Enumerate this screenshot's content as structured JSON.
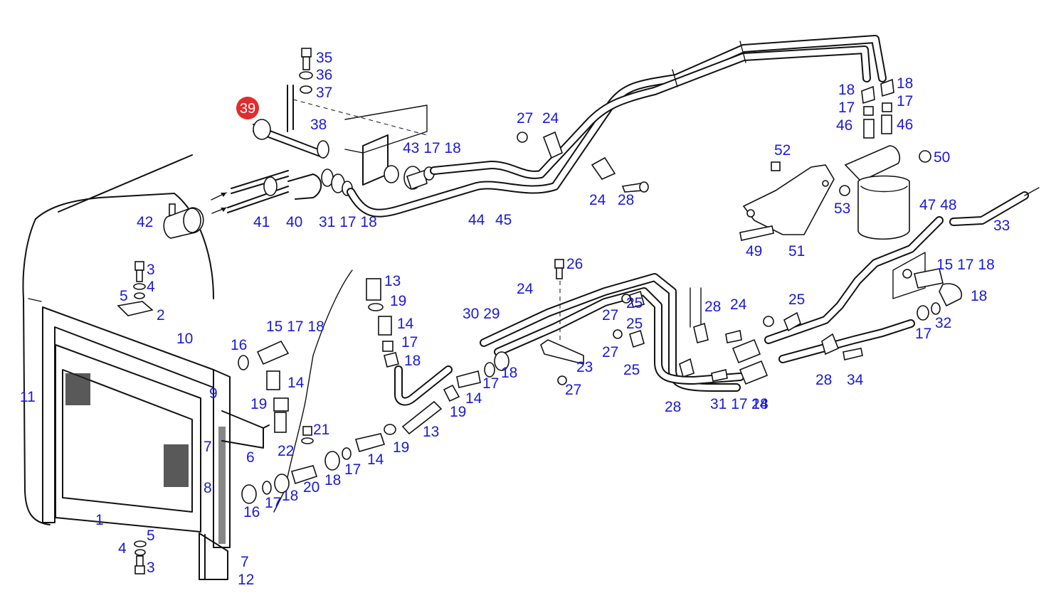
{
  "highlight": {
    "label": "39",
    "color": "#e02d2d"
  },
  "callout_color": "#1a1ad6",
  "callouts": [
    "35",
    "36",
    "37",
    "38",
    "42",
    "41",
    "40",
    "31 17 18",
    "43 17 18",
    "44",
    "45",
    "27",
    "24",
    "24",
    "28",
    "18",
    "17",
    "46",
    "18",
    "17",
    "46",
    "52",
    "50",
    "53",
    "47 48",
    "49",
    "51",
    "33",
    "3",
    "4",
    "5",
    "2",
    "10",
    "11",
    "9",
    "7",
    "6",
    "8",
    "1",
    "5",
    "4",
    "3",
    "7",
    "12",
    "16",
    "15 17 18",
    "14",
    "19",
    "21",
    "22",
    "16",
    "17",
    "18",
    "20",
    "18",
    "17",
    "14",
    "19",
    "13",
    "13",
    "19",
    "14",
    "17",
    "18",
    "18",
    "17",
    "14",
    "19",
    "30 29",
    "26",
    "24",
    "23",
    "27",
    "25",
    "27",
    "25",
    "27",
    "25",
    "28",
    "24",
    "25",
    "28",
    "31 17 18",
    "24",
    "28",
    "34",
    "15 17 18",
    "18",
    "17",
    "32"
  ]
}
